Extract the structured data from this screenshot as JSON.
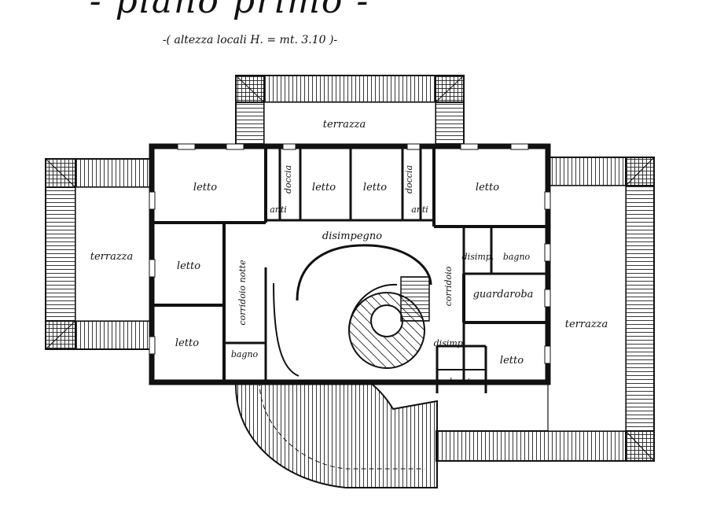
{
  "title": "- piano primo -",
  "subtitle": "-( altezza locali H. = mt. 3.10 )-",
  "rooms": {
    "terrazza_top": "terrazza",
    "terrazza_left": "terrazza",
    "terrazza_right": "terrazza",
    "letto_nw": "letto",
    "letto_w": "letto",
    "letto_sw": "letto",
    "letto_c1": "letto",
    "letto_c2": "letto",
    "letto_ne": "letto",
    "letto_se": "letto",
    "doccia_1": "doccia",
    "doccia_2": "doccia",
    "doccia_3": "doccia",
    "anti_1": "anti",
    "anti_2": "anti",
    "disimpegno": "disimpegno",
    "disimp": "disimp.",
    "disimp_2": "disimp.",
    "bagno_1": "bagno",
    "bagno_2": "bagno",
    "guardaroba": "guardaroba",
    "corridoio_w": "corridoio notte",
    "corridoio_e": "corridoio"
  }
}
